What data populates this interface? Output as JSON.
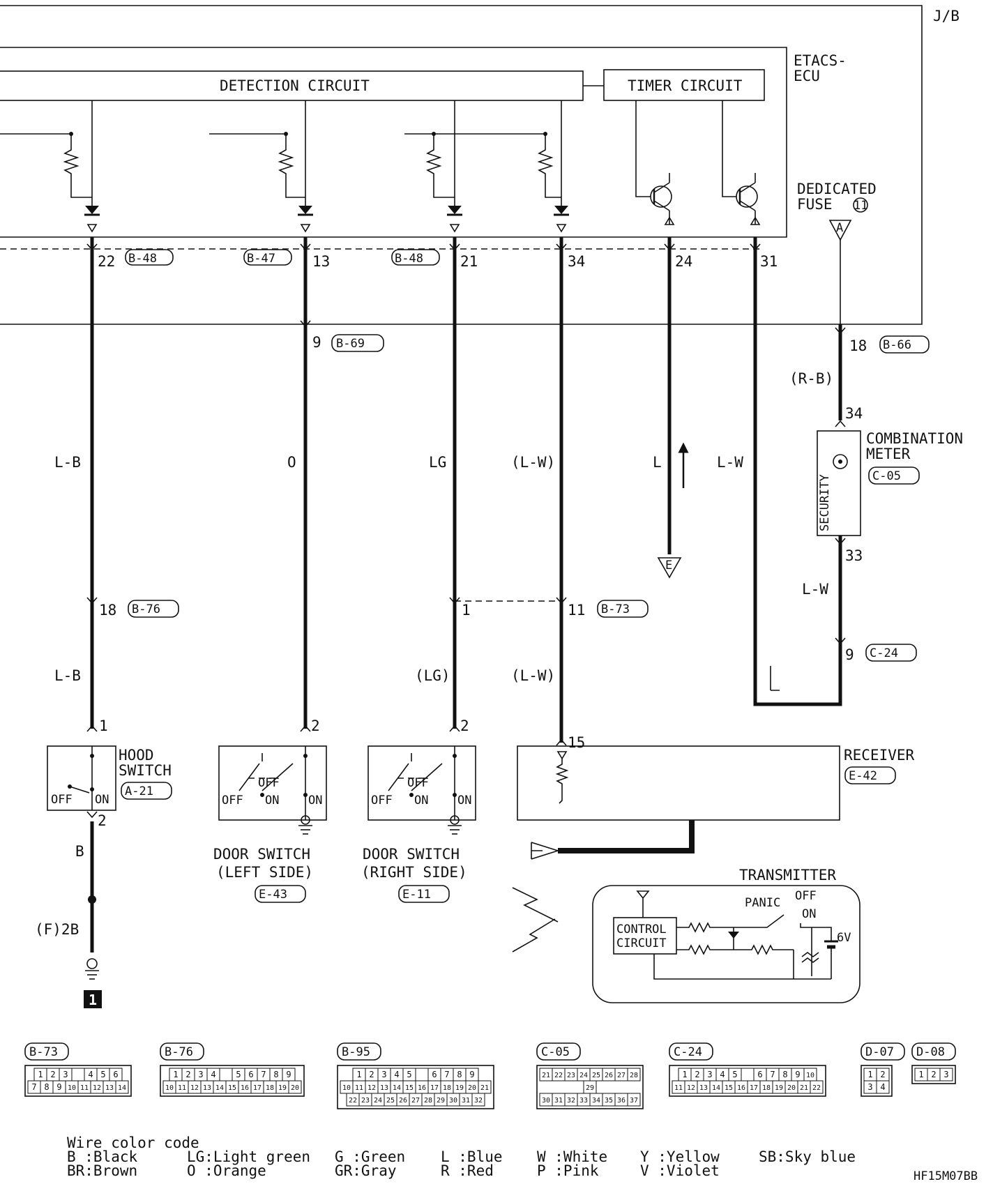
{
  "jb": {
    "label": "J/B"
  },
  "ecu": {
    "name": "ETACS-ECU",
    "name_l1": "ETACS-",
    "name_l2": "ECU",
    "detection": "DETECTION CIRCUIT",
    "timer": "TIMER CIRCUIT"
  },
  "fuse": {
    "l1": "DEDICATED",
    "l2": "FUSE",
    "num": "11",
    "tag": "A"
  },
  "ecu_pins": [
    {
      "pin": "22",
      "conn": "B-48"
    },
    {
      "pin": "13",
      "conn": "B-47"
    },
    {
      "pin": "21",
      "conn": "B-48"
    },
    {
      "pin": "34",
      "conn": ""
    },
    {
      "pin": "24",
      "conn": ""
    },
    {
      "pin": "31",
      "conn": ""
    }
  ],
  "jb_pins": {
    "p9": "9",
    "c9": "B-69",
    "p18": "18",
    "c18": "B-66"
  },
  "wires": {
    "w1": "L-B",
    "w2": "O",
    "w3": "LG",
    "w4": "(L-W)",
    "w5": "L",
    "w6": "L-W",
    "rb": "(R-B)",
    "lw2": "L-W",
    "w1b": "L-B",
    "w3b": "(LG)",
    "w4b": "(L-W)",
    "b": "B"
  },
  "meter": {
    "l1": "COMBINATION",
    "l2": "METER",
    "conn": "C-05",
    "label": "SECURITY",
    "pin_in": "34",
    "pin_out": "33"
  },
  "joints": {
    "p18": "18",
    "c18": "B-76",
    "p1": "1",
    "p11": "11",
    "c11": "B-73",
    "p9": "9",
    "c9": "C-24"
  },
  "hood": {
    "l1": "HOOD",
    "l2": "SWITCH",
    "conn": "A-21",
    "off": "OFF",
    "on": "ON",
    "pin1": "1",
    "pin2": "2"
  },
  "door_left": {
    "l1": "DOOR SWITCH",
    "l2": "(LEFT SIDE)",
    "conn": "E-43",
    "off": "OFF",
    "on": "ON",
    "pin": "2"
  },
  "door_right": {
    "l1": "DOOR SWITCH",
    "l2": "(RIGHT SIDE)",
    "conn": "E-11",
    "off": "OFF",
    "on": "ON",
    "pin": "2"
  },
  "receiver": {
    "name": "RECEIVER",
    "conn": "E-42",
    "pin": "15"
  },
  "transmitter": {
    "name": "TRANSMITTER",
    "control": "CONTROL",
    "circuit": "CIRCUIT",
    "panic": "PANIC",
    "off": "OFF",
    "on": "ON",
    "volt": "6V"
  },
  "ground": {
    "label": "(F)2B",
    "num": "1"
  },
  "tags": {
    "e": "E"
  },
  "connectors": [
    {
      "name": "B-73",
      "rows": [
        [
          "1",
          "2",
          "3",
          "",
          "4",
          "5",
          "6"
        ],
        [
          "7",
          "8",
          "9",
          "10",
          "11",
          "12",
          "13",
          "14"
        ]
      ]
    },
    {
      "name": "B-76",
      "rows": [
        [
          "1",
          "2",
          "3",
          "4",
          "",
          "5",
          "6",
          "7",
          "8",
          "9"
        ],
        [
          "10",
          "11",
          "12",
          "13",
          "14",
          "15",
          "16",
          "17",
          "18",
          "19",
          "20"
        ]
      ]
    },
    {
      "name": "B-95",
      "rows": [
        [
          "1",
          "2",
          "3",
          "4",
          "5",
          "",
          "6",
          "7",
          "8",
          "9"
        ],
        [
          "10",
          "11",
          "12",
          "13",
          "14",
          "15",
          "16",
          "17",
          "18",
          "19",
          "20",
          "21"
        ],
        [
          "22",
          "23",
          "24",
          "25",
          "26",
          "27",
          "28",
          "29",
          "30",
          "31",
          "32"
        ]
      ]
    },
    {
      "name": "C-05",
      "rows": [
        [
          "21",
          "22",
          "23",
          "24",
          "25",
          "26",
          "27",
          "28"
        ],
        [
          "29"
        ],
        [
          "30",
          "31",
          "32",
          "33",
          "34",
          "35",
          "36",
          "37"
        ]
      ]
    },
    {
      "name": "C-24",
      "rows": [
        [
          "1",
          "2",
          "3",
          "4",
          "5",
          "",
          "6",
          "7",
          "8",
          "9",
          "10"
        ],
        [
          "11",
          "12",
          "13",
          "14",
          "15",
          "16",
          "17",
          "18",
          "19",
          "20",
          "21",
          "22"
        ]
      ]
    },
    {
      "name": "D-07",
      "rows": [
        [
          "1",
          "2"
        ],
        [
          "3",
          "4"
        ]
      ]
    },
    {
      "name": "D-08",
      "rows": [
        [
          "1",
          "2",
          "3"
        ]
      ]
    }
  ],
  "legend": {
    "title": "Wire color code",
    "row1": [
      {
        "code": "B",
        "sep": " :",
        "name": "Black"
      },
      {
        "code": "LG",
        "sep": ":",
        "name": "Light green"
      },
      {
        "code": "G",
        "sep": " :",
        "name": "Green"
      },
      {
        "code": "L",
        "sep": " :",
        "name": "Blue"
      },
      {
        "code": "W",
        "sep": " :",
        "name": "White"
      },
      {
        "code": "Y",
        "sep": " :",
        "name": "Yellow"
      },
      {
        "code": "SB",
        "sep": ":",
        "name": "Sky blue"
      }
    ],
    "row2": [
      {
        "code": "BR",
        "sep": ":",
        "name": "Brown"
      },
      {
        "code": "O",
        "sep": " :",
        "name": "Orange"
      },
      {
        "code": "GR",
        "sep": ":",
        "name": "Gray"
      },
      {
        "code": "R",
        "sep": " :",
        "name": "Red"
      },
      {
        "code": "P",
        "sep": " :",
        "name": "Pink"
      },
      {
        "code": "V",
        "sep": " :",
        "name": "Violet"
      }
    ]
  },
  "doc_code": "HF15M07BB"
}
